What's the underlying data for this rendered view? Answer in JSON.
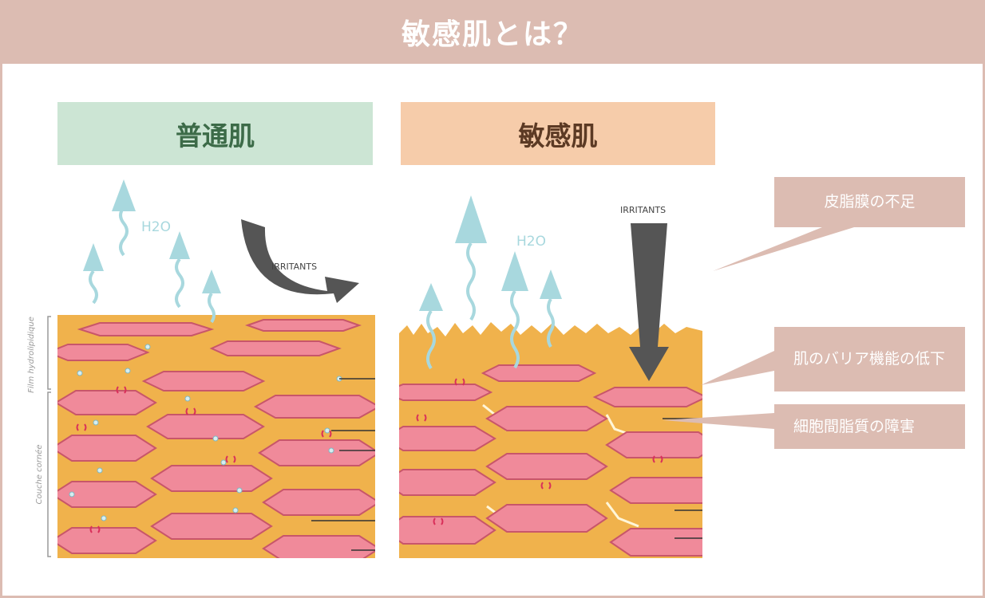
{
  "header": {
    "title": "敏感肌とは？"
  },
  "panels": {
    "normal": {
      "label": "普通肌",
      "h2o_label": "H2O",
      "irritants_label": "IRRITANTS",
      "side_label_top": "Film hydrolipidique",
      "side_label_bottom": "Couche cornée"
    },
    "sensitive": {
      "label": "敏感肌",
      "h2o_label": "H2O",
      "irritants_label": "IRRITANTS"
    }
  },
  "callouts": [
    {
      "text": "皮脂膜の不足"
    },
    {
      "text": "肌のバリア機能の低下"
    },
    {
      "text": "細胞間脂質の障害"
    }
  ],
  "colors": {
    "header_bg": "#dcbcb2",
    "normal_label_bg": "#cce5d4",
    "sensitive_label_bg": "#f6ccaa",
    "lipid_orange": "#f0b24c",
    "cell_pink": "#f08a9a",
    "water_arrow": "#a8d8de",
    "irritant_arrow": "#555555"
  }
}
